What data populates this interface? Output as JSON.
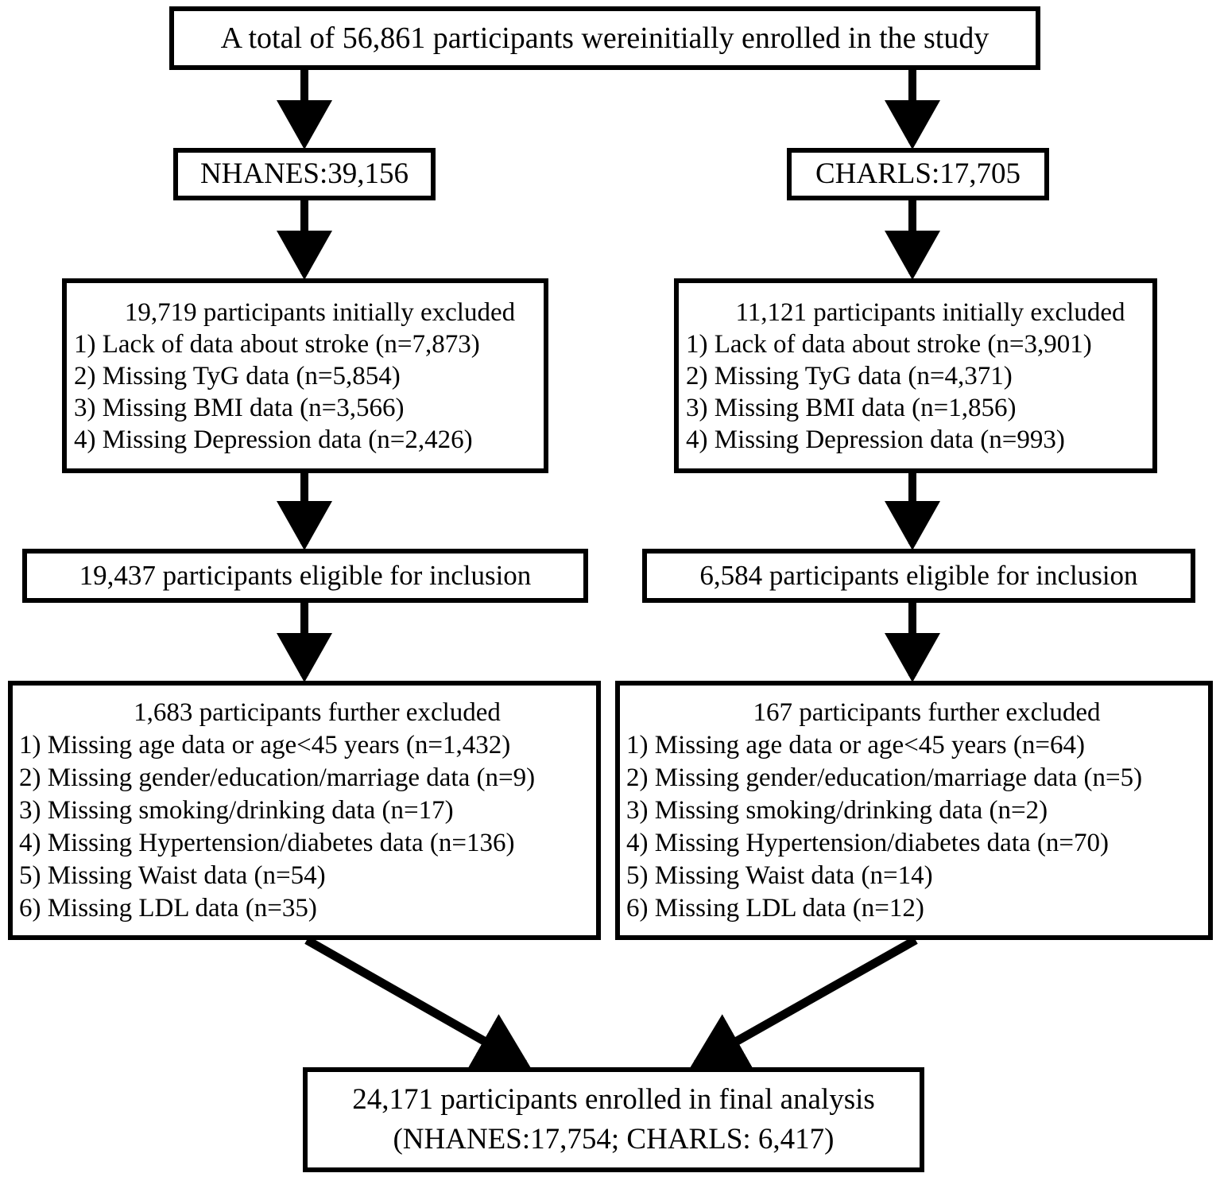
{
  "diagram": {
    "title": "Participant selection flow chart",
    "line_color": "#000000",
    "box_fill": "#ffffff",
    "nodes": {
      "total": {
        "text": "A total of 56,861 participants wereinitially enrolled in the study"
      },
      "nhanes_cohort": {
        "text": "NHANES:39,156"
      },
      "charls_cohort": {
        "text": "CHARLS:17,705"
      },
      "nhanes_excluded_initial": {
        "title": "19,719 participants initially excluded",
        "reasons": [
          "1) Lack of data about stroke (n=7,873)",
          "2) Missing TyG data (n=5,854)",
          "3) Missing BMI data (n=3,566)",
          "4) Missing Depression data (n=2,426)"
        ]
      },
      "charls_excluded_initial": {
        "title": "11,121 participants initially excluded",
        "reasons": [
          "1) Lack of data about stroke (n=3,901)",
          "2) Missing TyG data (n=4,371)",
          "3) Missing BMI data (n=1,856)",
          "4) Missing Depression data (n=993)"
        ]
      },
      "nhanes_eligible": {
        "text": "19,437 participants eligible for inclusion"
      },
      "charls_eligible": {
        "text": "6,584 participants eligible for inclusion"
      },
      "nhanes_excluded_further": {
        "title": "1,683 participants further excluded",
        "reasons": [
          "1) Missing age data or age<45 years (n=1,432)",
          "2) Missing gender/education/marriage data (n=9)",
          "3) Missing smoking/drinking data (n=17)",
          "4) Missing Hypertension/diabetes data (n=136)",
          "5) Missing Waist data (n=54)",
          "6) Missing LDL data (n=35)"
        ]
      },
      "charls_excluded_further": {
        "title": "167 participants further excluded",
        "reasons": [
          "1) Missing age data or age<45 years (n=64)",
          "2) Missing gender/education/marriage data (n=5)",
          "3) Missing smoking/drinking data (n=2)",
          "4) Missing Hypertension/diabetes data (n=70)",
          "5) Missing Waist data (n=14)",
          "6) Missing LDL data (n=12)"
        ]
      },
      "final": {
        "line1": "24,171 participants enrolled in final analysis",
        "line2": "(NHANES:17,754; CHARLS: 6,417)"
      }
    }
  }
}
